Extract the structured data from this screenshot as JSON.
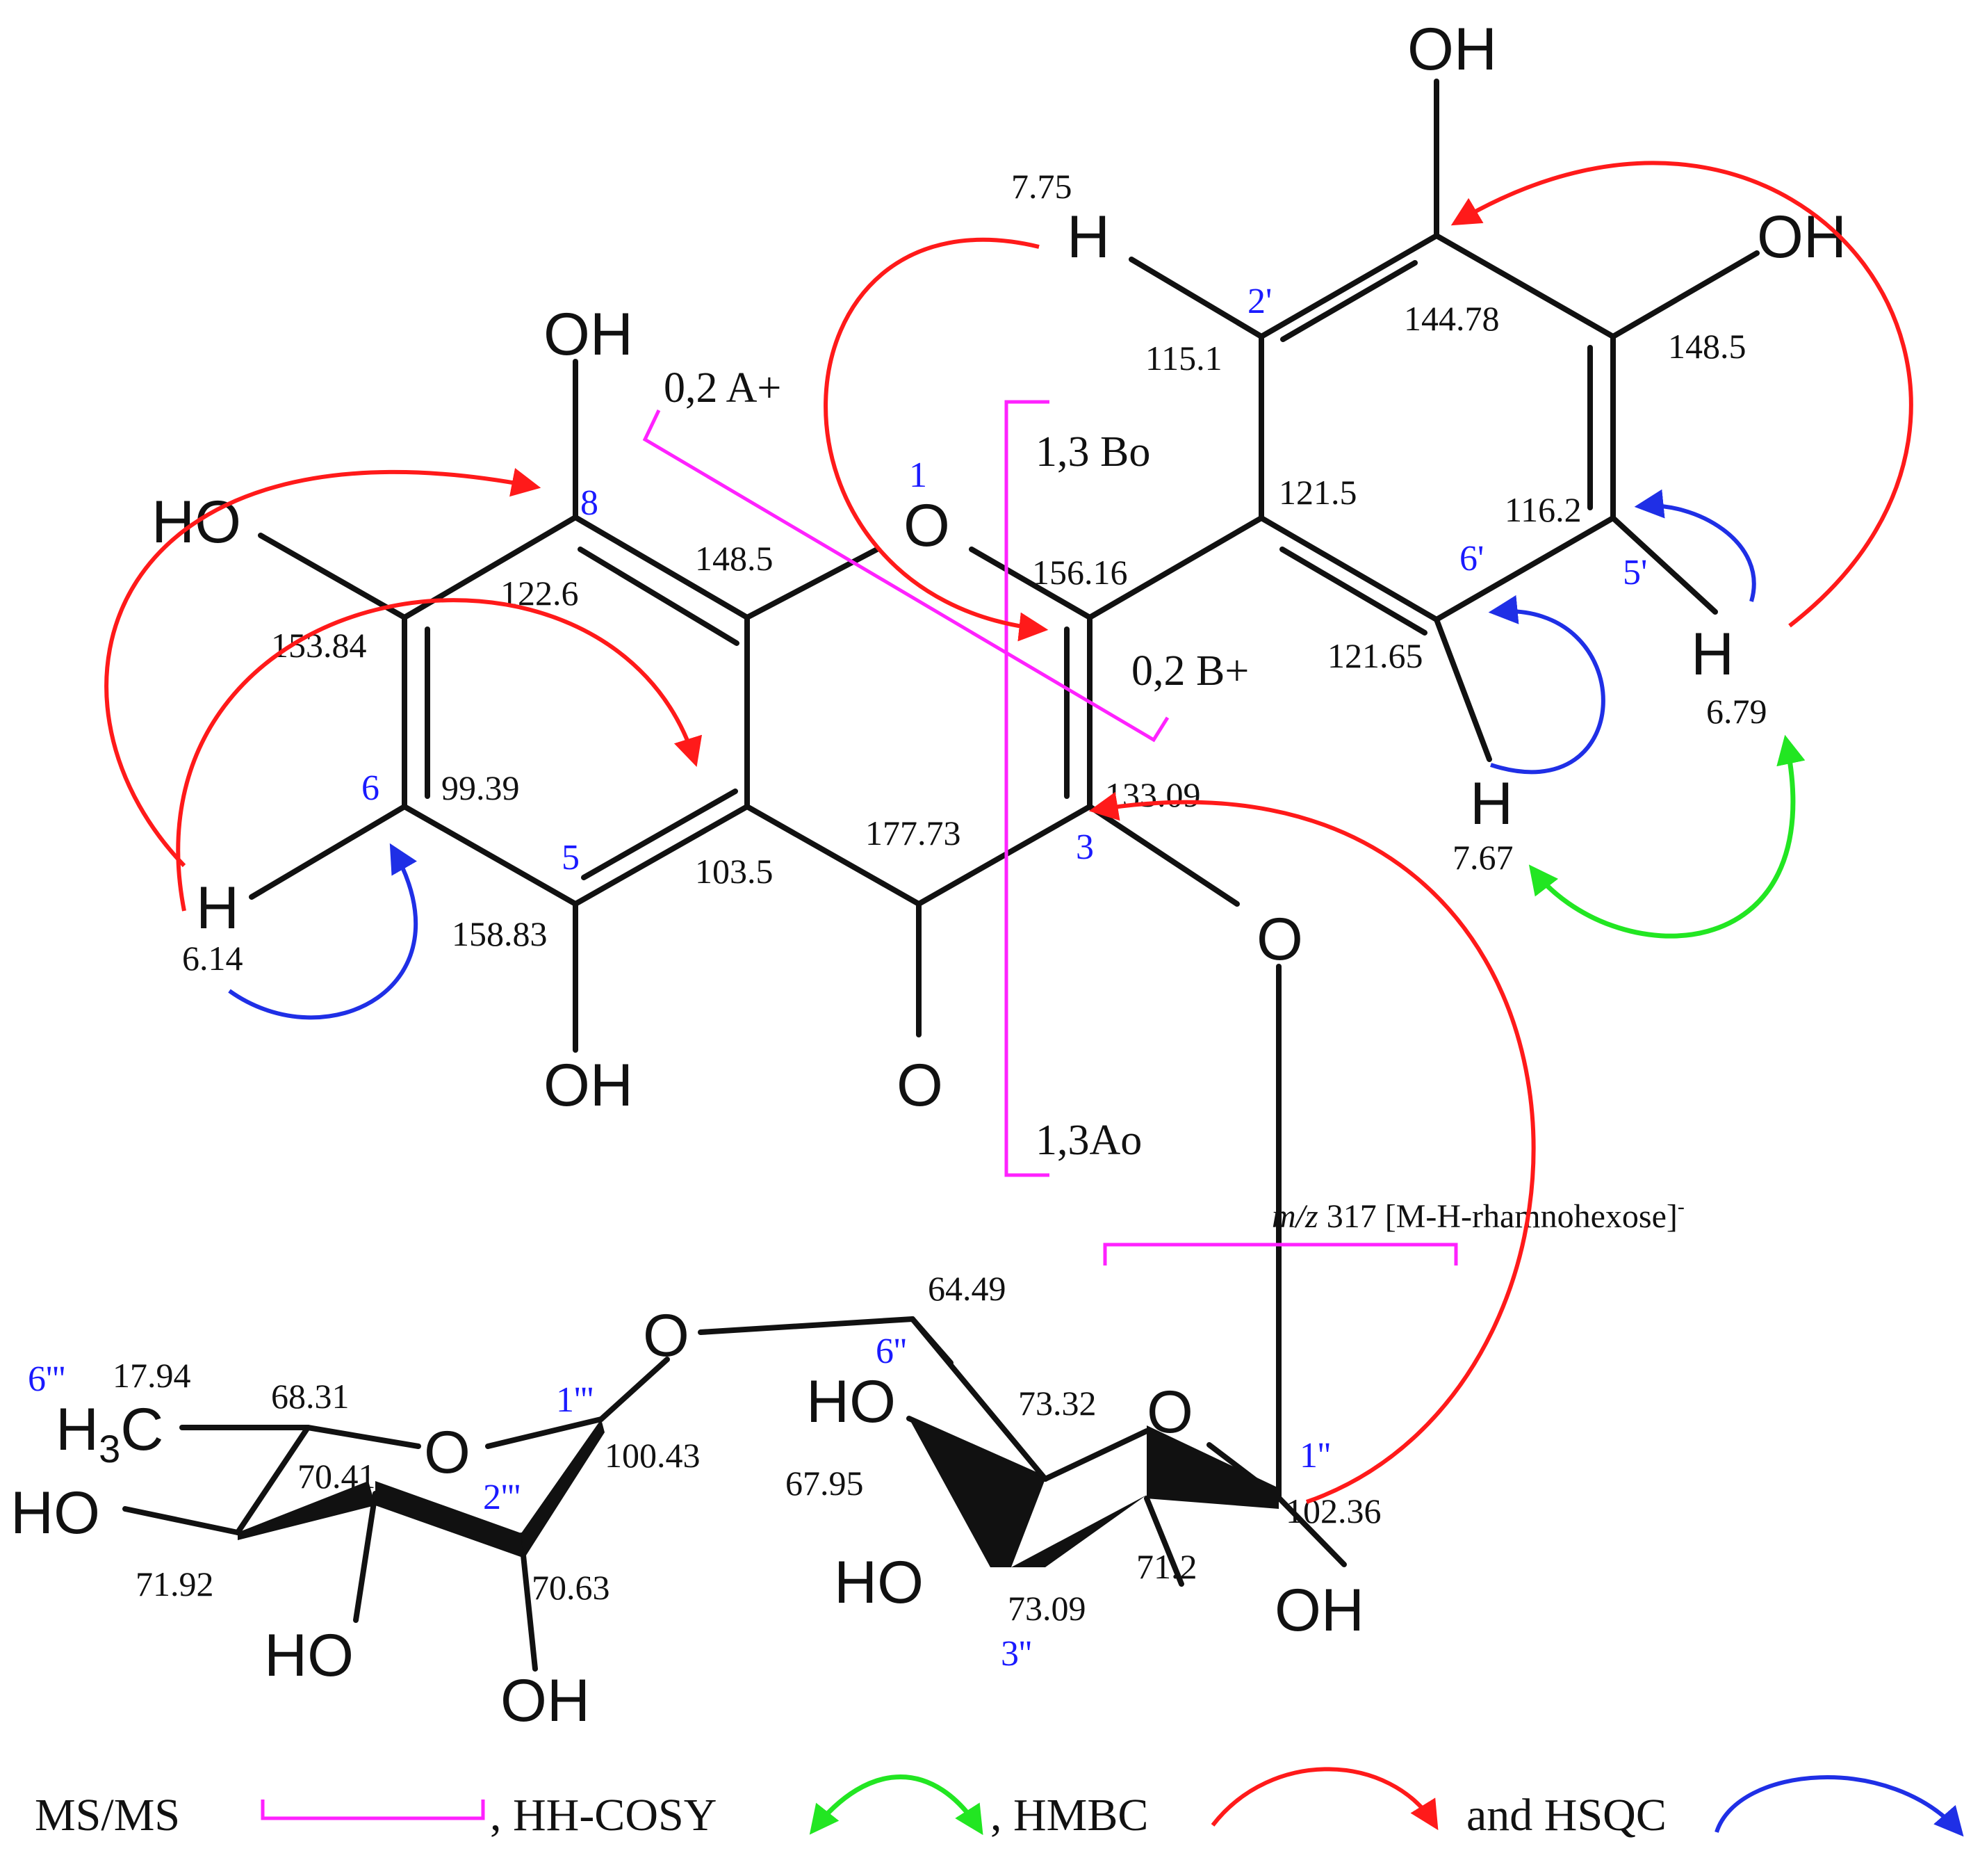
{
  "atoms": {
    "oh_top": "OH",
    "oh_4p": "OH",
    "h_2p": "H",
    "oh_8": "OH",
    "ho_7": "HO",
    "o1": "O",
    "h_5p": "H",
    "h_6p": "H",
    "h_6": "H",
    "oh_5": "OH",
    "o_carbonyl": "O",
    "o_glyc": "O",
    "o_link": "O",
    "ho_4pp": "HO",
    "o_ring_glc": "O",
    "ho_3pp": "HO",
    "oh_2pp": "OH",
    "h3c": "H",
    "h3c_sub": "3",
    "h3c_c": "C",
    "o_ring_rha": "O",
    "ho_4ppp": "HO",
    "ho_3ppp": "HO",
    "oh_2ppp": "OH"
  },
  "shifts": {
    "h_2p": "7.75",
    "c_2p": "115.1",
    "c_3p": "144.78",
    "c_4p": "148.5",
    "c_1p": "121.5",
    "c_5p": "116.2",
    "c_6p": "121.65",
    "h_5p": "6.79",
    "h_6p": "7.67",
    "c_2": "156.16",
    "c_8": "122.6",
    "c_8a": "148.5",
    "c_7": "153.84",
    "c_6": "99.39",
    "c_4a": "103.5",
    "c_4": "177.73",
    "c_3": "133.09",
    "c_5": "158.83",
    "h_6": "6.14",
    "c_6pp": "64.49",
    "c_5pp": "73.32",
    "c_4pp": "67.95",
    "c_3pp": "73.09",
    "c_2pp": "71.2",
    "c_1pp": "102.36",
    "c_6ppp": "17.94",
    "c_5ppp": "68.31",
    "c_4ppp": "71.92",
    "c_3ppp": "70.41",
    "c_2ppp": "70.63",
    "c_1ppp": "100.43"
  },
  "numbering": {
    "n1": "1",
    "n2p": "2'",
    "n5p": "5'",
    "n6p": "6'",
    "n8": "8",
    "n6": "6",
    "n5": "5",
    "n3": "3",
    "n6pp": "6''",
    "n1pp": "1''",
    "n3pp": "3''",
    "n6ppp": "6'''",
    "n1ppp": "1'''",
    "n2ppp": "2'''"
  },
  "fragments": {
    "a02": "0,2 A+",
    "b13": "1,3 Bo",
    "b02": "0,2 B+",
    "a13": "1,3Ao",
    "msz_prefix": "m/z",
    "msz_rest": "317 [M-H-rhamnohexose]",
    "msz_sup": "-"
  },
  "legend": {
    "msms": "MS/MS",
    "cosy": ", HH-COSY",
    "hmbc": ", HMBC",
    "hsqc": "and HSQC"
  },
  "colors": {
    "hmbc": "#ff1a1a",
    "hsqc": "#1f2fe6",
    "cosy": "#22e622",
    "msms": "#ff22ff",
    "numbering": "#1a1aff"
  }
}
